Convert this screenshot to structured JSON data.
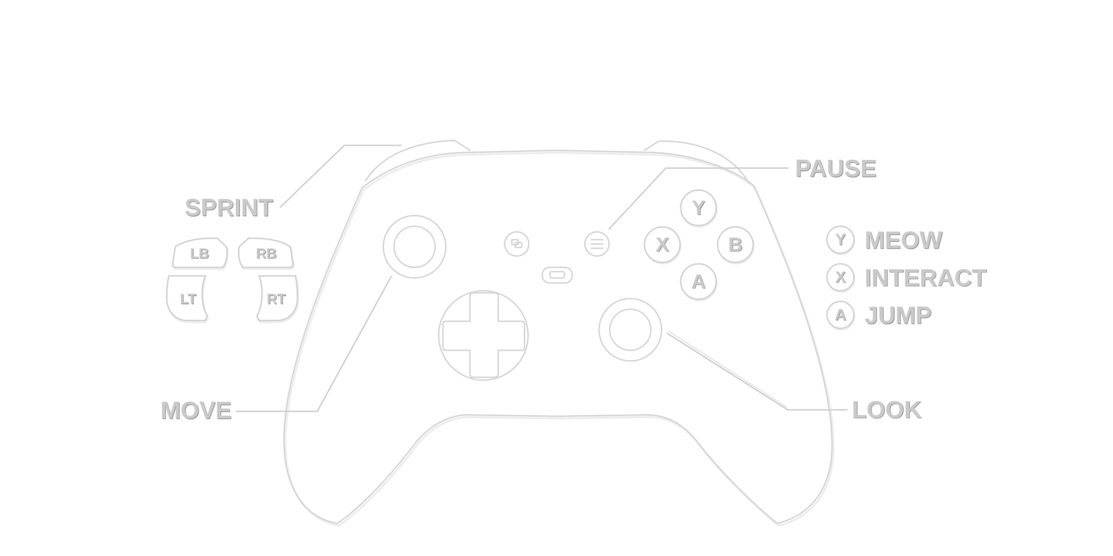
{
  "diagram": {
    "nodes": [
      {
        "text": [
          "LB"
        ]
      },
      {
        "text": [
          "RB"
        ]
      },
      {
        "text": [
          "LT"
        ]
      },
      {
        "text": [
          "RT"
        ]
      },
      {
        "text": [
          "Y"
        ]
      },
      {
        "text": [
          "X"
        ]
      },
      {
        "text": [
          "B"
        ]
      },
      {
        "text": [
          "A"
        ]
      },
      {
        "text": [
          "Y"
        ]
      },
      {
        "text": [
          "X"
        ]
      },
      {
        "text": [
          "A"
        ]
      }
    ],
    "labels": [
      "SPRINT",
      "PAUSE",
      "MOVE",
      "LOOK",
      "MEOW",
      "INTERACT",
      "JUMP"
    ]
  }
}
